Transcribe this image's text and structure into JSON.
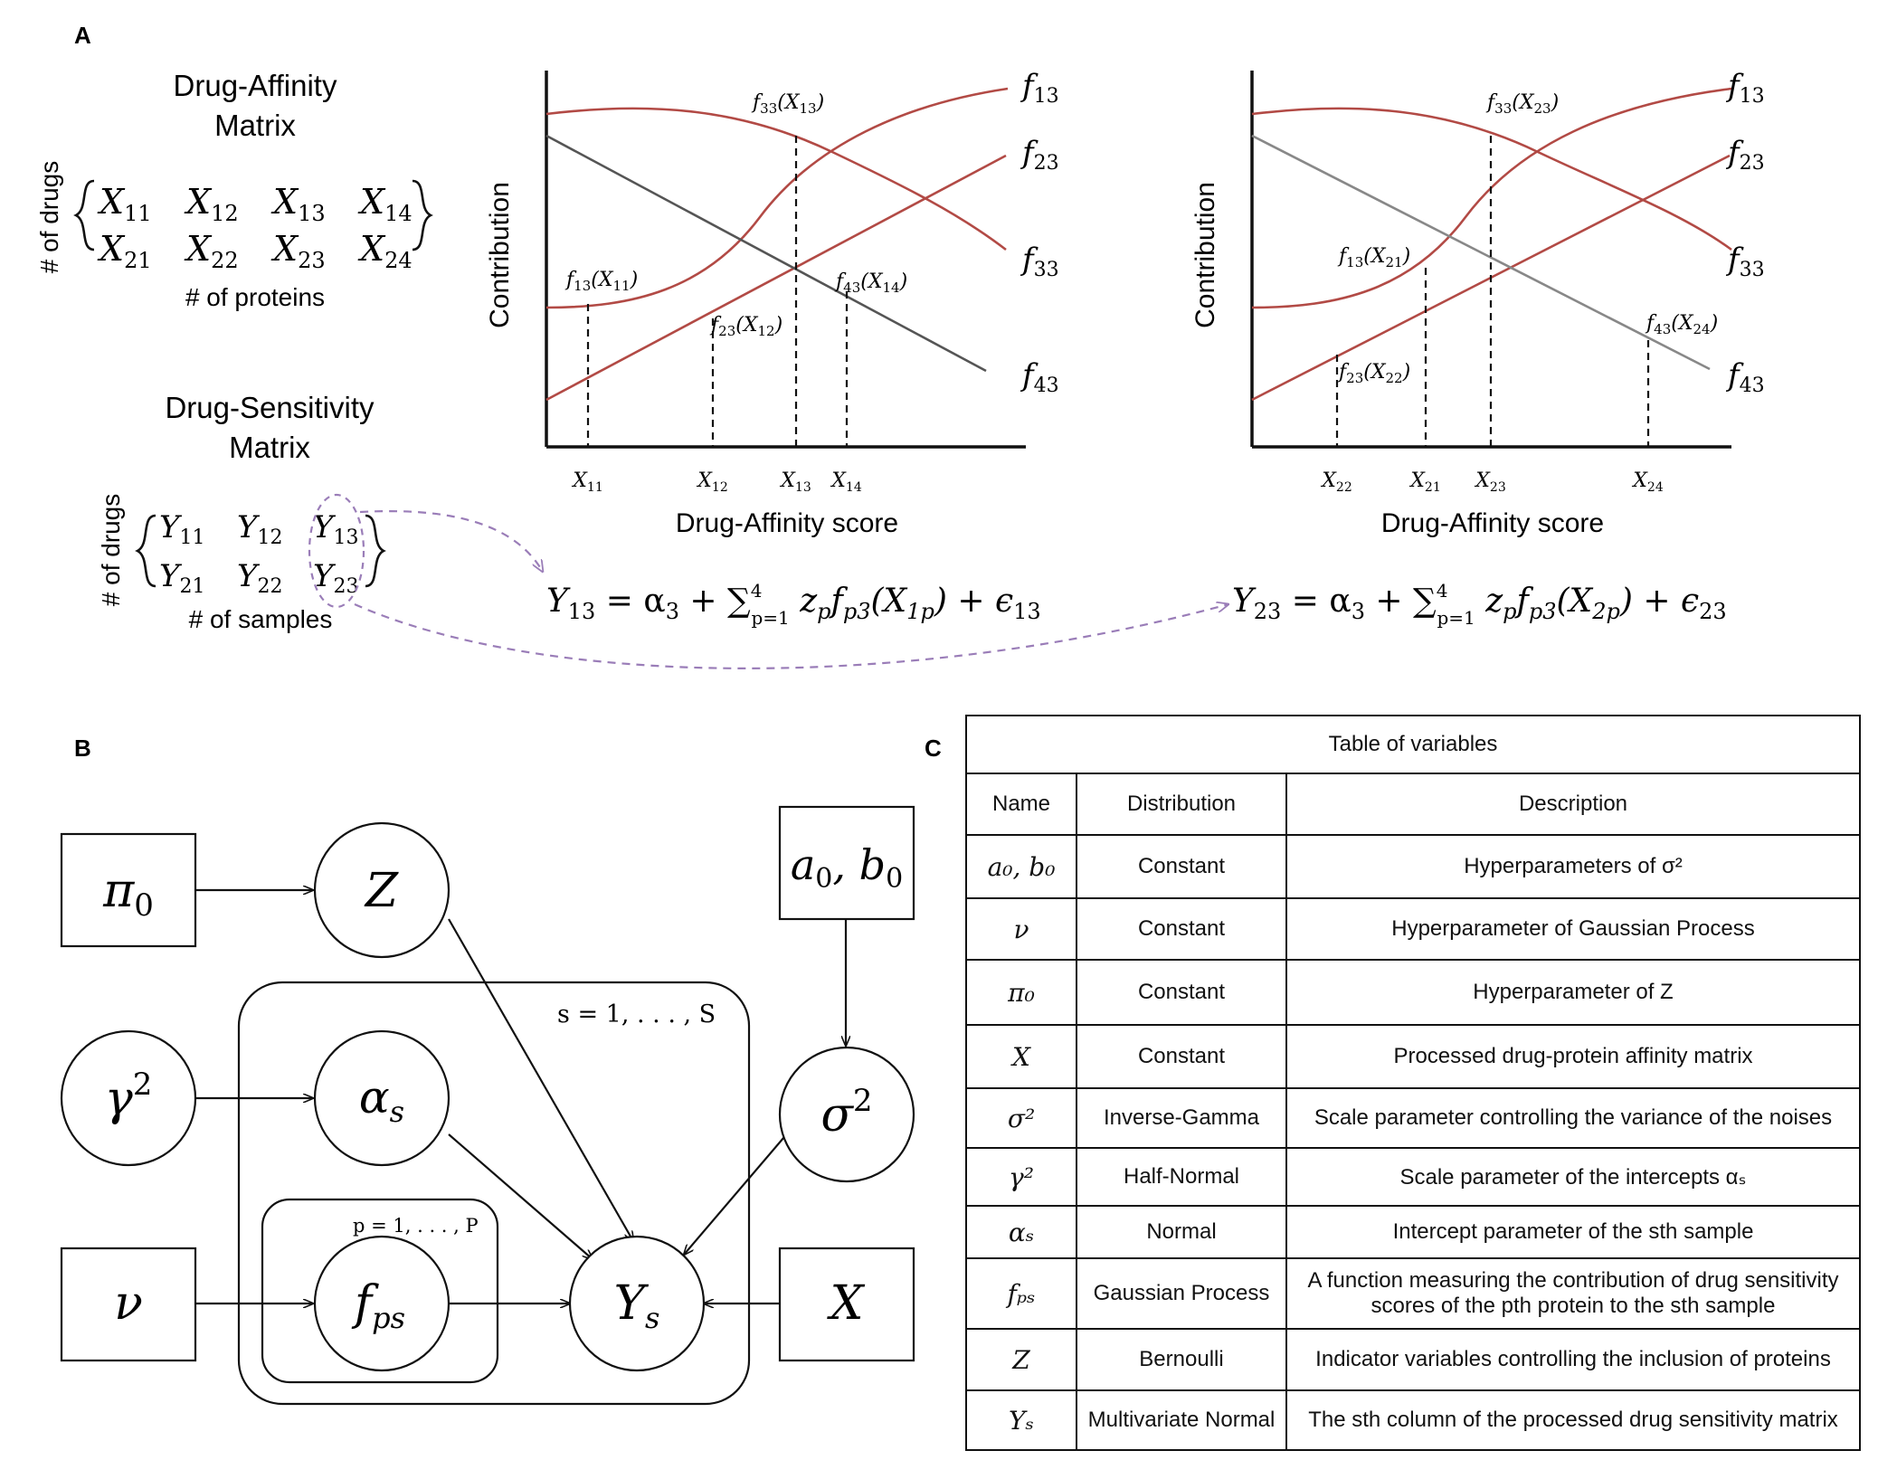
{
  "panels": {
    "a": "A",
    "b": "B",
    "c": "C"
  },
  "affinity_matrix": {
    "title_line1": "Drug-Affinity",
    "title_line2": "Matrix",
    "row_label": "# of drugs",
    "col_label": "# of proteins",
    "rows": [
      [
        {
          "b": "X",
          "s": "11"
        },
        {
          "b": "X",
          "s": "12"
        },
        {
          "b": "X",
          "s": "13"
        },
        {
          "b": "X",
          "s": "14"
        }
      ],
      [
        {
          "b": "X",
          "s": "21"
        },
        {
          "b": "X",
          "s": "22"
        },
        {
          "b": "X",
          "s": "23"
        },
        {
          "b": "X",
          "s": "24"
        }
      ]
    ]
  },
  "sensitivity_matrix": {
    "title_line1": "Drug-Sensitivity",
    "title_line2": "Matrix",
    "row_label": "# of drugs",
    "col_label": "# of samples",
    "rows": [
      [
        {
          "b": "Y",
          "s": "11"
        },
        {
          "b": "Y",
          "s": "12"
        },
        {
          "b": "Y",
          "s": "13"
        }
      ],
      [
        {
          "b": "Y",
          "s": "21"
        },
        {
          "b": "Y",
          "s": "22"
        },
        {
          "b": "Y",
          "s": "23"
        }
      ]
    ]
  },
  "chart_data": [
    {
      "type": "line",
      "xlabel": "Drug-Affinity score",
      "ylabel": "Contribution",
      "series": [
        {
          "name": "f13"
        },
        {
          "name": "f23"
        },
        {
          "name": "f33"
        },
        {
          "name": "f43"
        }
      ],
      "series_labels": [
        {
          "b": "f",
          "s": "13"
        },
        {
          "b": "f",
          "s": "23"
        },
        {
          "b": "f",
          "s": "33"
        },
        {
          "b": "f",
          "s": "43"
        }
      ],
      "x_ticks": [
        {
          "b": "X",
          "s": "11"
        },
        {
          "b": "X",
          "s": "12"
        },
        {
          "b": "X",
          "s": "13"
        },
        {
          "b": "X",
          "s": "14"
        }
      ],
      "annotations": [
        {
          "f": "13",
          "x": "11"
        },
        {
          "f": "23",
          "x": "12"
        },
        {
          "f": "33",
          "x": "13"
        },
        {
          "f": "43",
          "x": "14"
        }
      ],
      "colors": {
        "red": "#b24a45",
        "gray": "#555555"
      }
    },
    {
      "type": "line",
      "xlabel": "Drug-Affinity score",
      "ylabel": "Contribution",
      "series": [
        {
          "name": "f13"
        },
        {
          "name": "f23"
        },
        {
          "name": "f33"
        },
        {
          "name": "f43"
        }
      ],
      "series_labels": [
        {
          "b": "f",
          "s": "13"
        },
        {
          "b": "f",
          "s": "23"
        },
        {
          "b": "f",
          "s": "33"
        },
        {
          "b": "f",
          "s": "43"
        }
      ],
      "x_ticks": [
        {
          "b": "X",
          "s": "22"
        },
        {
          "b": "X",
          "s": "21"
        },
        {
          "b": "X",
          "s": "23"
        },
        {
          "b": "X",
          "s": "24"
        }
      ],
      "annotations": [
        {
          "f": "13",
          "x": "21"
        },
        {
          "f": "23",
          "x": "22"
        },
        {
          "f": "33",
          "x": "23"
        },
        {
          "f": "43",
          "x": "24"
        }
      ],
      "colors": {
        "red": "#b24a45",
        "gray": "#888888"
      }
    }
  ],
  "equations": [
    {
      "lhs": "13",
      "alpha": "3",
      "fsub": "p3",
      "xsub": "1p",
      "eps": "13",
      "upper": "4",
      "lower": "p=1"
    },
    {
      "lhs": "23",
      "alpha": "3",
      "fsub": "p3",
      "xsub": "2p",
      "eps": "23",
      "upper": "4",
      "lower": "p=1"
    }
  ],
  "graphical_model": {
    "nodes": {
      "pi0": {
        "b": "π",
        "s": "0"
      },
      "Z": {
        "b": "Z",
        "s": ""
      },
      "a0b0": "a",
      "gamma2": {
        "b": "γ",
        "sup": "2"
      },
      "alpha": {
        "b": "α",
        "s": "s"
      },
      "sigma2": {
        "b": "σ",
        "sup": "2"
      },
      "nu": {
        "b": "ν",
        "s": ""
      },
      "f": {
        "b": "f",
        "s": "ps"
      },
      "Y": {
        "b": "Y",
        "s": "s"
      },
      "X": {
        "b": "X",
        "s": ""
      }
    },
    "plate_s": "s = 1, . . . , S",
    "plate_p": "p = 1, . . . , P"
  },
  "table": {
    "title": "Table of variables",
    "headers": [
      "Name",
      "Distribution",
      "Description"
    ],
    "rows": [
      {
        "name": "a₀, b₀",
        "dist": "Constant",
        "desc": "Hyperparameters of σ²"
      },
      {
        "name": "ν",
        "dist": "Constant",
        "desc": "Hyperparameter of Gaussian Process"
      },
      {
        "name": "π₀",
        "dist": "Constant",
        "desc": "Hyperparameter of Z"
      },
      {
        "name": "X",
        "dist": "Constant",
        "desc": "Processed drug-protein affinity matrix"
      },
      {
        "name": "σ²",
        "dist": "Inverse-Gamma",
        "desc": "Scale parameter controlling the variance of the noises"
      },
      {
        "name": "γ²",
        "dist": "Half-Normal",
        "desc": "Scale parameter of the intercepts αₛ"
      },
      {
        "name": "αₛ",
        "dist": "Normal",
        "desc": "Intercept parameter of the sth sample"
      },
      {
        "name": "fₚₛ",
        "dist": "Gaussian Process",
        "desc": "A function measuring the contribution of drug sensitivity scores of the pth protein to the sth sample"
      },
      {
        "name": "Z",
        "dist": "Bernoulli",
        "desc": "Indicator variables controlling the inclusion of proteins"
      },
      {
        "name": "Yₛ",
        "dist": "Multivariate Normal",
        "desc": "The sth column of the processed drug sensitivity matrix"
      }
    ]
  }
}
